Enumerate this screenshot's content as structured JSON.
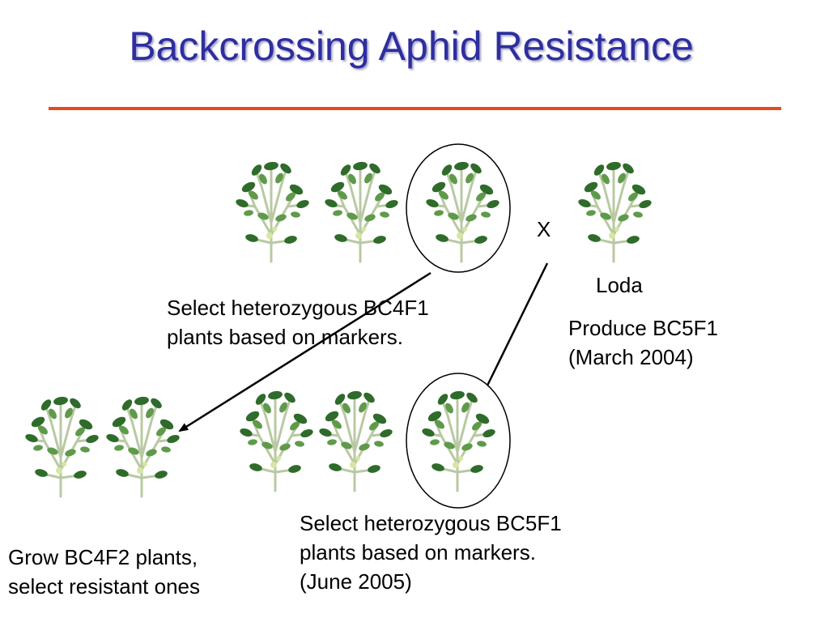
{
  "slide": {
    "title": "Backcrossing Aphid Resistance"
  },
  "labels": {
    "cross_symbol": "X",
    "loda": "Loda",
    "select_bc4f1": [
      "Select heterozygous BC4F1",
      "plants based on markers."
    ],
    "produce_bc5f1": [
      "Produce BC5F1",
      "(March 2004)"
    ],
    "select_bc5f1": [
      "Select heterozygous BC5F1",
      "plants based on markers.",
      "(June 2005)"
    ],
    "grow_bc4f2": [
      "Grow BC4F2 plants,",
      "select resistant ones"
    ]
  },
  "colors": {
    "title": "#2e2ea0",
    "title_rule": "#e84a1f",
    "plant_stem": "#b9c9a3",
    "plant_leaf_dark": "#2f6b2a",
    "plant_leaf_light": "#5f9a4b",
    "plant_pod": "#d7e6a0"
  },
  "icons": {
    "plant": "soybean-plant-icon"
  }
}
